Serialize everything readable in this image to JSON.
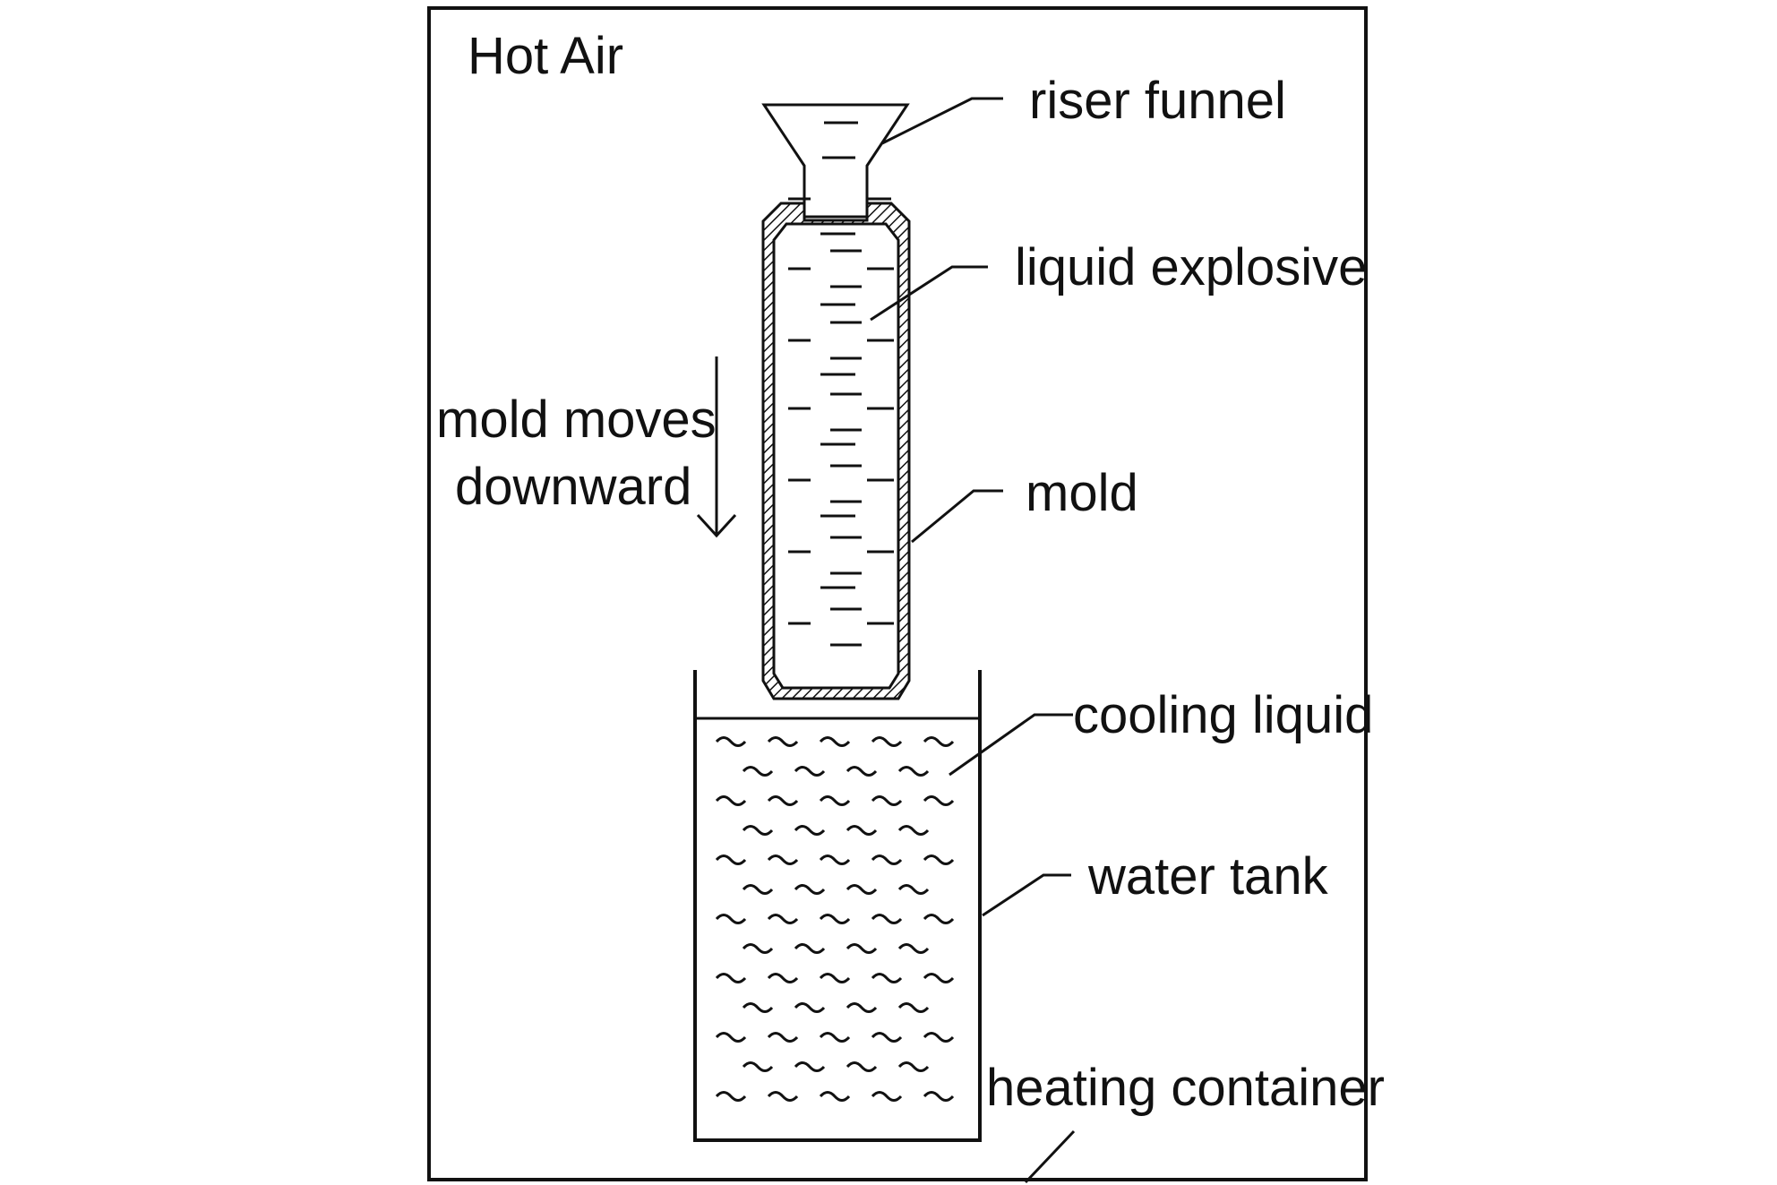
{
  "labels": {
    "hot_air": "Hot Air",
    "riser_funnel": "riser funnel",
    "liquid_explosive": "liquid explosive",
    "mold_moves_line1": "mold moves",
    "mold_moves_line2": "downward",
    "mold": "mold",
    "cooling_liquid": "cooling liquid",
    "water_tank": "water tank",
    "heating_container": "heating container"
  }
}
